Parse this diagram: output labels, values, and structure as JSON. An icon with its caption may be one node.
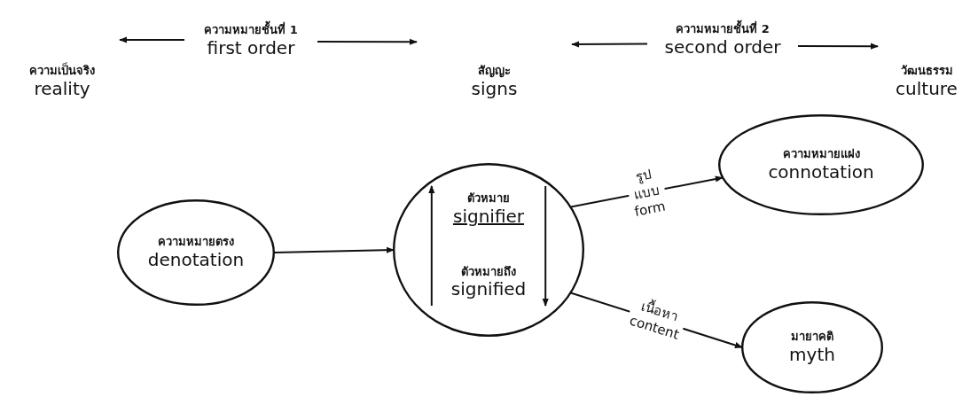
{
  "diagram": {
    "nodes": [
      {
        "text": [
          "ความเป็นจริง",
          "reality"
        ]
      },
      {
        "text": [
          "ความหมายชั้นที่ 1",
          "first order"
        ]
      },
      {
        "text": [
          "สัญญะ",
          "signs"
        ]
      },
      {
        "text": [
          "ความหมายชั้นที่ 2",
          "second order"
        ]
      },
      {
        "text": [
          "วัฒนธรรม",
          "culture"
        ]
      },
      {
        "text": [
          "ความหมายตรง",
          "denotation"
        ]
      },
      {
        "text": [],
        "shape": "circle"
      },
      {
        "text": [
          "ตัวหมาย",
          "signifier"
        ],
        "in": 6
      },
      {
        "text": [
          "ตัวหมายถึง",
          "signified"
        ],
        "in": 6
      },
      {
        "text": [
          "ความหมายแฝง",
          "connotation"
        ]
      },
      {
        "text": [
          "มายาคติ",
          "myth"
        ]
      }
    ],
    "edges": [
      {
        "from": 1,
        "to": 0,
        "arrow": "to"
      },
      {
        "from": 1,
        "to": 2,
        "arrow": "to"
      },
      {
        "from": 3,
        "to": 2,
        "arrow": "to"
      },
      {
        "from": 3,
        "to": 4,
        "arrow": "to"
      },
      {
        "from": 5,
        "to": 6,
        "arrow": "to"
      },
      {
        "from": 8,
        "to": 7,
        "arrow": "to"
      },
      {
        "from": 7,
        "to": 8,
        "arrow": "to"
      },
      {
        "from": 6,
        "to": 9,
        "arrow": "to",
        "label": "รูปแบบ form"
      },
      {
        "from": 6,
        "to": 10,
        "arrow": "to",
        "label": "เนื้อหา content"
      }
    ]
  }
}
